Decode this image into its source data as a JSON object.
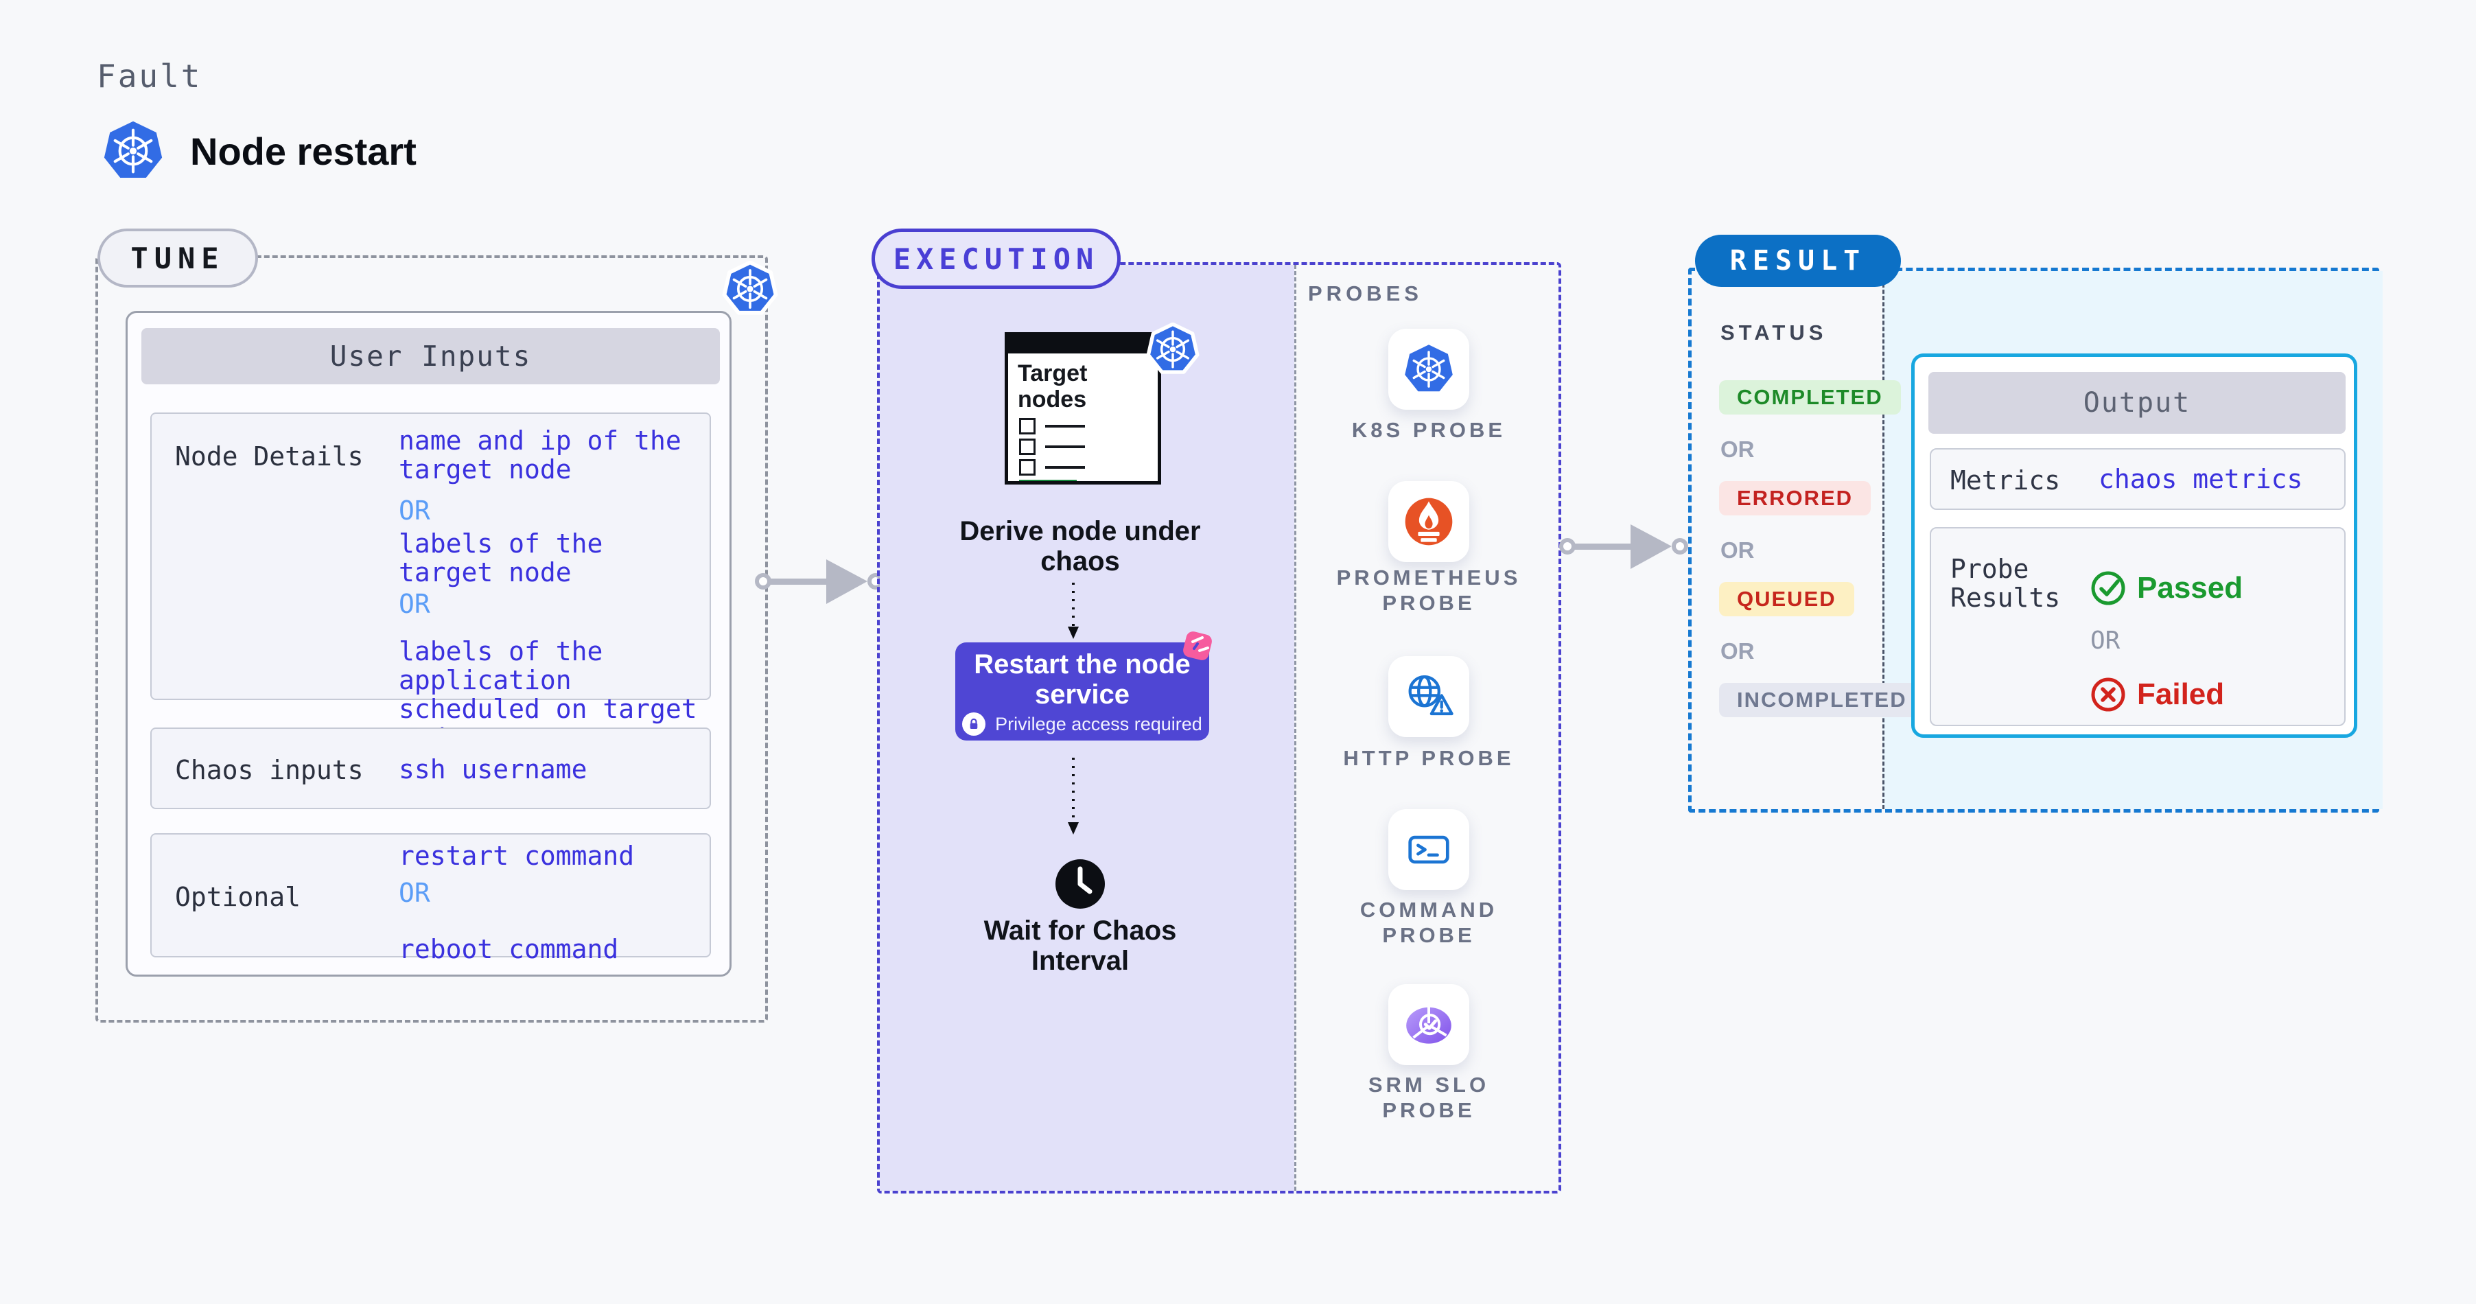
{
  "page": {
    "eyebrow": "Fault",
    "title": "Node restart"
  },
  "tune": {
    "badge": "TUNE",
    "panel_title": "User Inputs",
    "node_details": {
      "label": "Node Details",
      "value1": "name and ip of the\ntarget node",
      "or1": "OR",
      "value2": "labels of the\ntarget node",
      "or2": "OR",
      "value3": "labels of the application\nscheduled on target node"
    },
    "chaos_inputs": {
      "label": "Chaos inputs",
      "value1": "ssh username"
    },
    "optional": {
      "label": "Optional",
      "value1": "restart command",
      "or1": "OR",
      "value2": "reboot command"
    }
  },
  "execution": {
    "badge": "EXECUTION",
    "target_card_title": "Target\nnodes",
    "step1_caption": "Derive node under\nchaos",
    "restart_card": {
      "title": "Restart the node\nservice",
      "note": "Privilege access required"
    },
    "step3_caption": "Wait for Chaos\nInterval"
  },
  "probes": {
    "heading": "PROBES",
    "items": [
      {
        "label": "K8S PROBE",
        "icon": "kubernetes-icon"
      },
      {
        "label": "PROMETHEUS\nPROBE",
        "icon": "prometheus-icon"
      },
      {
        "label": "HTTP PROBE",
        "icon": "http-globe-warning-icon"
      },
      {
        "label": "COMMAND\nPROBE",
        "icon": "terminal-icon"
      },
      {
        "label": "SRM SLO\nPROBE",
        "icon": "srm-slo-icon"
      }
    ]
  },
  "result": {
    "badge": "RESULT",
    "status": {
      "heading": "STATUS",
      "or": "OR",
      "badges": [
        {
          "label": "COMPLETED",
          "bg": "#dcf3db",
          "color": "#1d8a28"
        },
        {
          "label": "ERRORED",
          "bg": "#fbe5e4",
          "color": "#c32220"
        },
        {
          "label": "QUEUED",
          "bg": "#fdf0c3",
          "color": "#c6261d"
        },
        {
          "label": "INCOMPLETED",
          "bg": "#e5e7f0",
          "color": "#6f7890"
        }
      ]
    },
    "output": {
      "title": "Output",
      "metrics_label": "Metrics",
      "metrics_value": "chaos metrics",
      "probe_results_label": "Probe\nResults",
      "passed": "Passed",
      "or": "OR",
      "failed": "Failed"
    }
  },
  "colors": {
    "page_background": "#f7f8fa",
    "kubernetes_blue": "#326ce5",
    "tune_border_gray": "#8e939e",
    "execution_accent": "#4a3fd1",
    "execution_fill": "#e2e1f9",
    "result_accent": "#0c70c5",
    "result_border": "#1679d1",
    "output_border": "#18a7e0",
    "value_indigo": "#3a31de",
    "or_light_blue": "#5b9df7",
    "passed_green": "#1a9a2f",
    "failed_red": "#d2231c",
    "prometheus_orange": "#e75225",
    "restart_card_indigo": "#4f46d4",
    "pink_badge": "#f65c9e"
  }
}
